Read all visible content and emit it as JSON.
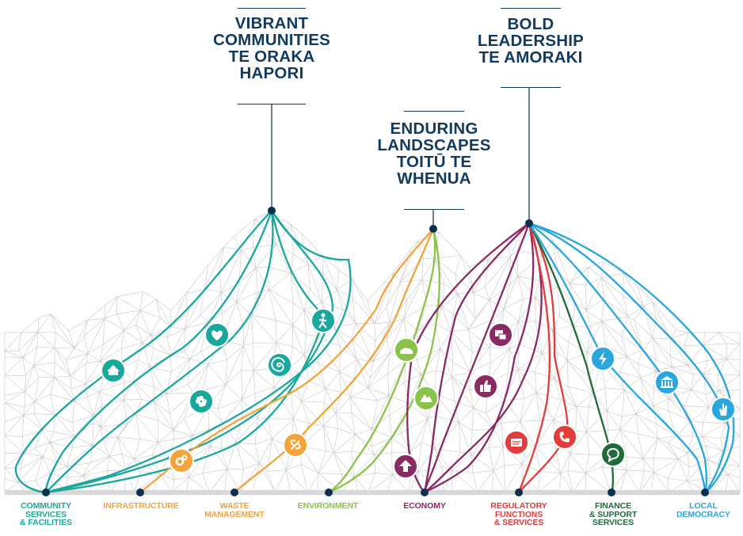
{
  "headings": {
    "vibrant": {
      "lines": [
        "VIBRANT",
        "COMMUNITIES",
        "TE ORAKA",
        "HAPORI"
      ]
    },
    "enduring": {
      "lines": [
        "ENDURING",
        "LANDSCAPES",
        "TOITŪ TE",
        "WHENUA"
      ]
    },
    "bold": {
      "lines": [
        "BOLD",
        "LEADERSHIP",
        "TE AMORAKI"
      ]
    }
  },
  "categories": [
    {
      "id": "community",
      "lines": [
        "COMMUNITY",
        "SERVICES",
        "& FACILITIES"
      ],
      "color": "#1aa89c",
      "icons": [
        "house-icon",
        "heart-icon",
        "spiral-icon",
        "walking-person-icon",
        "flower-icon"
      ]
    },
    {
      "id": "infrastructure",
      "lines": [
        "INFRASTRUCTURE"
      ],
      "color": "#f2a33a",
      "icons": [
        "gears-icon"
      ]
    },
    {
      "id": "waste",
      "lines": [
        "WASTE",
        "MANAGEMENT"
      ],
      "color": "#f2a33a",
      "icons": [
        "leaf-icon"
      ]
    },
    {
      "id": "environment",
      "lines": [
        "ENVIRONMENT"
      ],
      "color": "#8bc34a",
      "icons": [
        "landscape-icon",
        "mountain-icon"
      ]
    },
    {
      "id": "economy",
      "lines": [
        "ECONOMY"
      ],
      "color": "#8a2a62",
      "icons": [
        "speech-bubbles-icon",
        "thumbs-up-icon",
        "up-arrow-icon"
      ]
    },
    {
      "id": "regulatory",
      "lines": [
        "REGULATORY",
        "FUNCTIONS",
        "& SERVICES"
      ],
      "color": "#e23c3c",
      "icons": [
        "document-icon",
        "phone-icon"
      ]
    },
    {
      "id": "finance",
      "lines": [
        "FINANCE",
        "& SUPPORT",
        "SERVICES"
      ],
      "color": "#1f6b3a",
      "icons": [
        "chat-icon"
      ]
    },
    {
      "id": "democracy",
      "lines": [
        "LOCAL",
        "DEMOCRACY"
      ],
      "color": "#29a6de",
      "icons": [
        "lightning-icon",
        "building-icon",
        "hand-icon"
      ]
    }
  ],
  "colors": {
    "heading": "#123a5e",
    "node": "#0f2f4e",
    "mesh": "#cfcfcf"
  }
}
